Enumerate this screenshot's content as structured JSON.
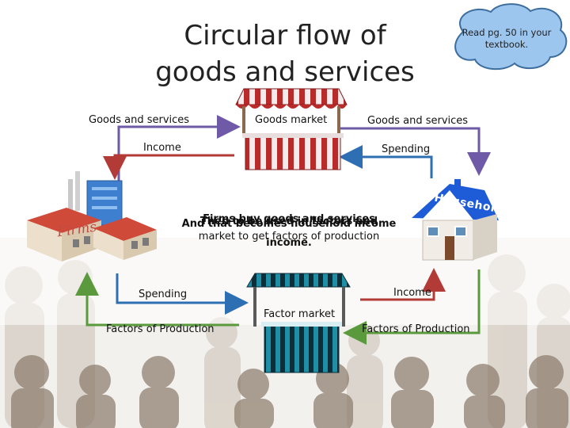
{
  "title_line1": "Circular flow of",
  "title_line2": "goods and services",
  "note": {
    "line1": "Read pg. 50 in your",
    "line2": "textbook."
  },
  "labels": {
    "top_left_goods": "Goods and services",
    "goods_market": "Goods market",
    "top_right_goods": "Goods and services",
    "top_left_income": "Income",
    "top_right_spending": "Spending",
    "bottom_left_spending": "Spending",
    "bottom_right_income": "Income",
    "factor_market": "Factor market",
    "bottom_left_factors": "Factors of Production",
    "bottom_right_factors": "Factors of Production"
  },
  "firms_label": "Firms",
  "households_label": "Households",
  "overlapping_text": {
    "a": "Firms buy goods and services",
    "b": "Then to be used in factors and",
    "c": "And that becomes household income",
    "d": "market to get factors of production",
    "e": "income."
  },
  "colors": {
    "arrow_purple": "#6e5aa6",
    "arrow_red": "#b23a37",
    "arrow_blue": "#2e6fb3",
    "arrow_green": "#5b9a3c",
    "cloud": "#9dc6ef"
  }
}
